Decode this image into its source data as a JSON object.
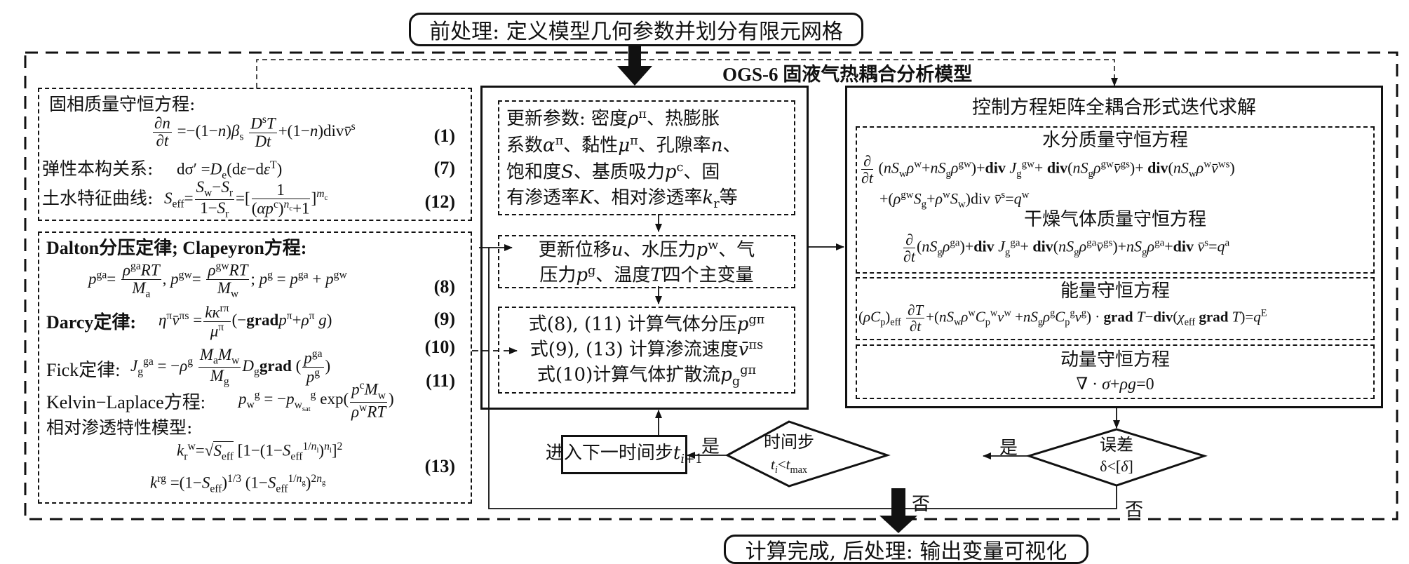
{
  "preprocess": "前处理: 定义模型几何参数并划分有限元网格",
  "postprocess": "计算完成, 后处理: 输出变量可视化",
  "model_title": "OGS-6  固液气热耦合分析模型",
  "left_top": {
    "solid_mass_label": "固相质量守恒方程:",
    "eq1": "<span class=\"frac\"><span class=\"num\">∂<i>n</i></span><span>∂<i>t</i></span></span> =−(1−<i>n</i>)<i>β</i><sub>s</sub> <span class=\"frac\"><span class=\"num\"><i>D</i><sup>s</sup><i>T</i></span><span><i>Dt</i></span></span>+(1−<i>n</i>)div<i>v̄</i><sup>s</sup>",
    "eq1_no": "(1)",
    "elastic_label": "弹性本构关系:",
    "eq7": "dσ′ =<i>D</i><sub>e</sub>(d<i>ε</i>−d<i>ε</i><sup>T</sup>)",
    "eq7_no": "(7)",
    "swcc_label": "土水特征曲线:",
    "eq12": "<i>S</i><sub>eff</sub>=<span class=\"frac\"><span class=\"num\"><i>S</i><sub>w</sub>−<i>S</i><sub>r</sub></span><span>1−<i>S</i><sub>r</sub></span></span>=[<span class=\"frac\"><span class=\"num\">1</span><span>(<i>αp</i><sup>c</sup>)<sup><i>n</i><sub>c</sub></sup>+1</span></span>]<sup><i>m</i><sub>c</sub></sup>",
    "eq12_no": "(12)"
  },
  "left_bottom": {
    "dalton_label": "Dalton分压定律; Clapeyron方程:",
    "eq8": "<i>p</i><sup>ga</sup>= <span class=\"frac\"><span class=\"num\"><i>ρ</i><sup>ga</sup><i>RT</i></span><span><i>M</i><sub>a</sub></span></span>, <i>p</i><sup>gw</sup>= <span class=\"frac\"><span class=\"num\"><i>ρ</i><sup>gw</sup><i>RT</i></span><span><i>M</i><sub>w</sub></span></span>; <i>p</i><sup>g</sup> = <i>p</i><sup>ga</sup> + <i>p</i><sup>gw</sup>",
    "eq8_no": "(8)",
    "darcy_label": "Darcy定律:",
    "eq9": "<i>η</i><sup>π</sup><i>v̄</i><sup>πs</sup> =<span class=\"frac\"><span class=\"num\"><i>kκ</i><sup>rπ</sup></span><span><i>μ</i><sup>π</sup></span></span>(−<b>grad</b><i>p</i><sup>π</sup>+<i>ρ</i><sup>π</sup> <i>g</i>)",
    "eq9_no": "(9)",
    "fick_label": "Fick定律:",
    "eq10": "<i>J</i><sub>g</sub><sup>ga</sup> = −<i>ρ</i><sup>g</sup> <span class=\"frac\"><span class=\"num\"><i>M</i><sub>a</sub><i>M</i><sub>w</sub></span><span><i>M</i><sub>g</sub></span></span><i>D</i><sub>g</sub><b>grad</b> (<span class=\"frac\"><span class=\"num\"><i>p</i><sup>ga</sup></span><span><i>p</i><sup>g</sup></span></span>)",
    "eq10_no": "(10)",
    "kelvin_label": "Kelvin−Laplace方程:",
    "eq11": "<i>p</i><sub>w</sub><sup>g</sup> = −<i>p</i><sub>w<sub>sat</sub></sub><sup>g</sup> exp(<span class=\"frac\"><span class=\"num\"><i>p</i><sup>c</sup><i>M</i><sub>w</sub></span><span><i>ρ</i><sup>w</sup><i>RT</i></span></span>)",
    "eq11_no": "(11)",
    "relperm_label": "相对渗透特性模型:",
    "eq13a": "<i>k</i><sub>r</sub><sup>w</sup>=√<span style=\"border-top:1.5px solid #111\"><i>S</i><sub>eff</sub></span> [1−(1−<i>S</i><sub>eff</sub><sup>1/<i>n</i><sub>l</sub></sup>)<sup><i>n</i><sub>l</sub></sup>]<sup>2</sup>",
    "eq13b": "<i>k</i><sup>rg</sup> =(1−<i>S</i><sub>eff</sub>)<sup>1/3</sup> (1−<i>S</i><sub>eff</sub><sup>1/<i>n</i><sub>g</sub></sup>)<sup>2<i>n</i><sub>g</sub></sup>",
    "eq13_no": "(13)"
  },
  "middle": {
    "update_params": [
      "更新参数: 密度<i>ρ</i><sup>π</sup>、热膨胀",
      "系数<i>α</i><sup>π</sup>、黏性<i>μ</i><sup>π</sup>、孔隙率<i>n</i>、",
      "饱和度<i>S</i>、基质吸力<i>p</i><sup>c</sup>、固",
      "有渗透率<i>K</i>、相对渗透率<i>k</i><sub>r</sub>等"
    ],
    "update_vars": [
      "更新位移<i>u</i>、水压力<i>p</i><sup>w</sup>、气",
      "压力<i>p</i><sup>g</sup>、温度<i>T</i>四个主变量"
    ],
    "compute": [
      "式(8), (11) 计算气体分压<i>p</i><sup>gπ</sup>",
      "式(9), (13) 计算渗流速度<i>v̄</i><sup>πs</sup>",
      "式(10)计算气体扩散流<i>p</i><sub>g</sub><sup>gπ</sup>"
    ]
  },
  "right": {
    "title": "控制方程矩阵全耦合形式迭代求解",
    "water_title": "水分质量守恒方程",
    "water_eq1": "<span class=\"frac\"><span class=\"num\">∂</span><span>∂<i>t</i></span></span> (<i>nS</i><sub>w</sub><i>ρ</i><sup>w</sup>+<i>nS</i><sub>g</sub><i>ρ</i><sup>gw</sup>)+<b>div</b> <i>J</i><sub>g</sub><sup>gw</sup>+ <b>div</b>(<i>nS</i><sub>g</sub><i>ρ</i><sup>gw</sup><i>v̄</i><sup>gs</sup>)+ <b>div</b>(<i>nS</i><sub>w</sub><i>ρ</i><sup>w</sup><i>v̄</i><sup>ws</sup>)",
    "water_eq2": "+(<i>ρ</i><sup>gw</sup><i>S</i><sub>g</sub>+<i>ρ</i><sup>w</sup><i>S</i><sub>w</sub>)div <i>v̄</i><sup>s</sup>=<i>q</i><sup>w</sup>",
    "dry_title": "干燥气体质量守恒方程",
    "dry_eq": "<span class=\"frac\"><span class=\"num\">∂</span><span>∂<i>t</i></span></span>(<i>nS</i><sub>g</sub><i>ρ</i><sup>ga</sup>)+<b>div</b> <i>J</i><sub>g</sub><sup>ga</sup>+ <b>div</b>(<i>nS</i><sub>g</sub><i>ρ</i><sup>ga</sup><i>v̄</i><sup>gs</sup>)+<i>nS</i><sub>g</sub><i>ρ</i><sup>ga</sup>+<b>div</b> <i>v̄</i><sup>s</sup>=<i>q</i><sup>a</sup>",
    "energy_title": "能量守恒方程",
    "energy_eq": "(<i>ρC</i><sub>p</sub>)<sub>eff</sub> <span class=\"frac\"><span class=\"num\">∂<i>T</i></span><span>∂<i>t</i></span></span>+(<i>nS</i><sub>w</sub><i>ρ</i><sup>w</sup><i>C</i><sub>p</sub><sup>w</sup><i>v</i><sup>w</sup> +<i>nS</i><sub>g</sub><i>ρ</i><sup>g</sup><i>C</i><sub>p</sub><sup>g</sup><i>v</i><sup>g</sup>) · <b>grad</b> <i>T</i>−<b>div</b>(<i>χ</i><sub>eff</sub> <b>grad</b> <i>T</i>)=<i>q</i><sup>E</sup>",
    "momentum_title": "动量守恒方程",
    "momentum_eq": "∇ · <i>σ</i>+<i>ρg</i>=0"
  },
  "flow": {
    "next_step": "进入下一时间步<i>t</i><sub><i>i</i>+1</sub>",
    "time_decision_line1": "时间步",
    "time_decision_line2": "<i>t</i><sub><i>i</i></sub>&lt;<i>t</i><sub>max</sub>",
    "error_decision_line1": "误差",
    "error_decision_line2": "δ&lt;[<i>δ</i>]",
    "yes1": "是",
    "yes2": "是",
    "no1": "否",
    "no2": "否"
  }
}
